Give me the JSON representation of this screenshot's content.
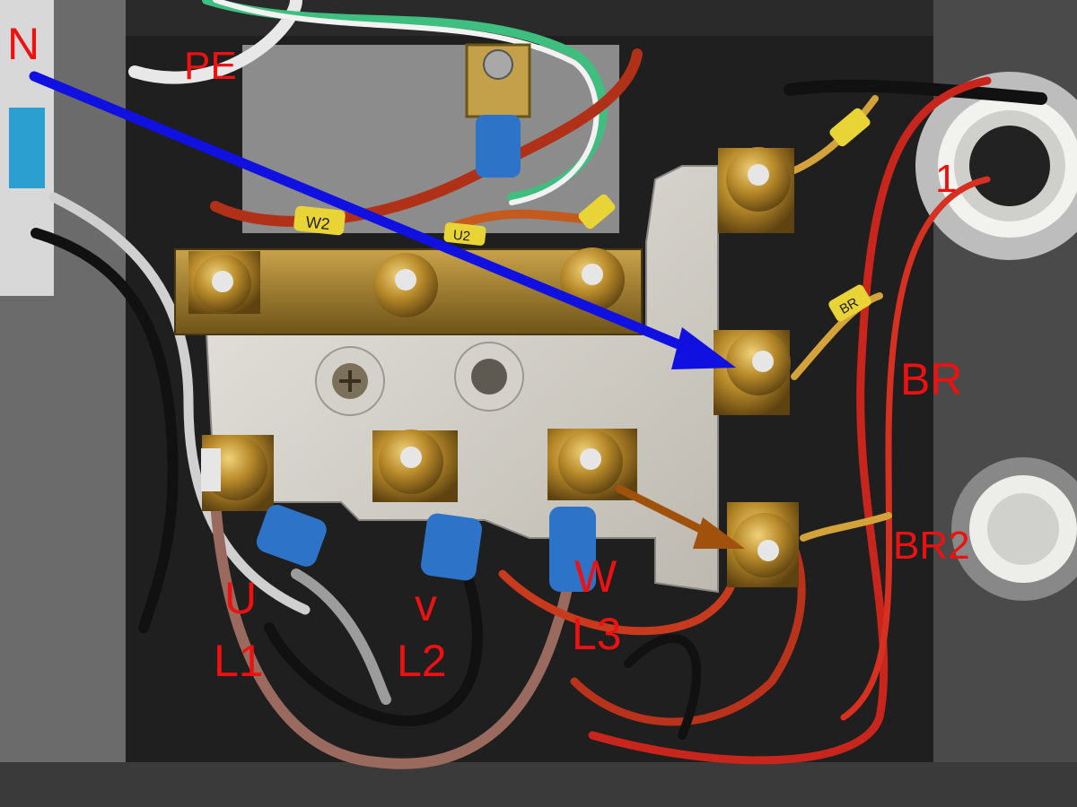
{
  "labels": {
    "n": "N",
    "pe": "PE",
    "one": "1",
    "br": "BR",
    "br2": "BR2",
    "u": "U",
    "l1": "L1",
    "v": "v",
    "l2": "L2",
    "w": "W",
    "l3": "L3"
  },
  "wire_tags": {
    "w2": "W2",
    "u2": "U2",
    "br": "BR"
  },
  "colors": {
    "label": "#ee1111",
    "n_arrow": "#1010e0",
    "w_arrow": "#a0520c",
    "terminal_brass": "#b8902e",
    "terminal_block": "#d9d6cf",
    "ferrule_blue": "#2d74c8"
  }
}
